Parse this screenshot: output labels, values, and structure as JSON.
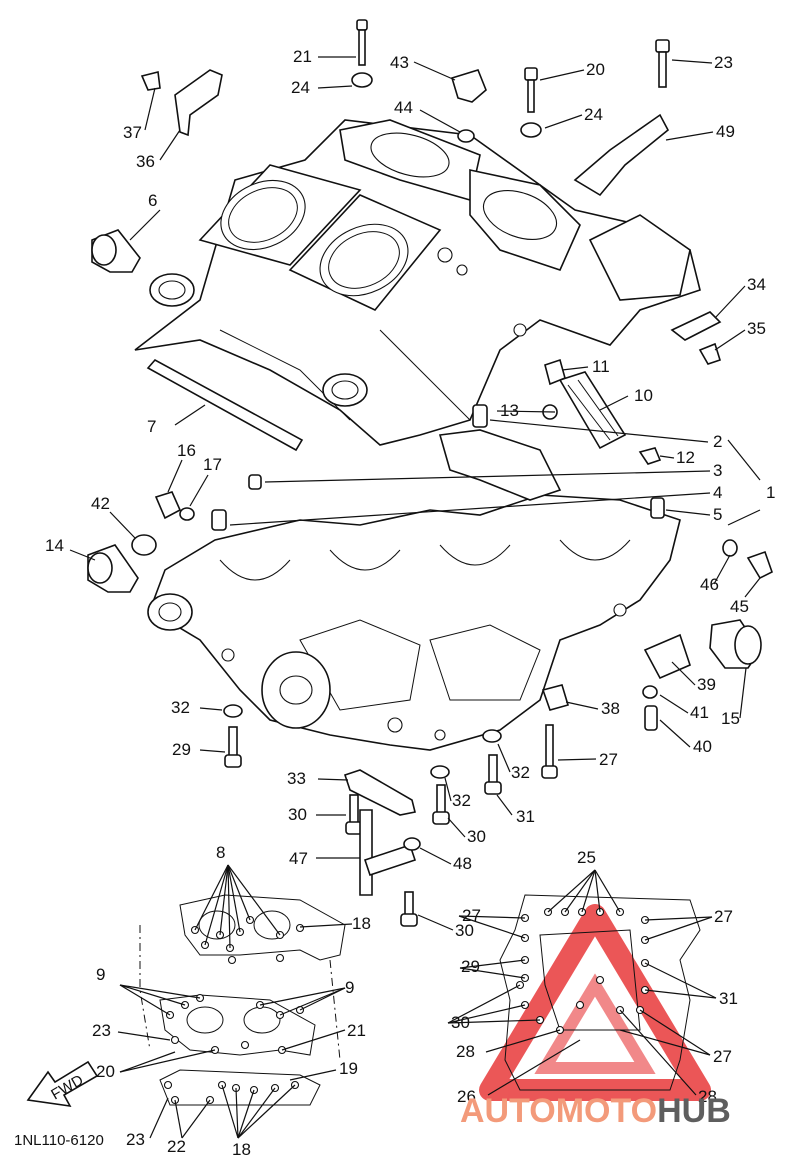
{
  "diagram_code": "1NL110-6120",
  "fwd_arrow_text": "FWD",
  "watermark": {
    "part1": "AUTO",
    "part2": "MOTO",
    "part3": "HUB",
    "red": "#e8393a",
    "orange": "#f39a7a",
    "gray": "#5e5e5e"
  },
  "labels": {
    "l1": "1",
    "l2": "2",
    "l3": "3",
    "l4": "4",
    "l5": "5",
    "l6": "6",
    "l7": "7",
    "l8": "8",
    "l9a": "9",
    "l9b": "9",
    "l10": "10",
    "l11": "11",
    "l12": "12",
    "l13": "13",
    "l14": "14",
    "l15": "15",
    "l16": "16",
    "l17": "17",
    "l18a": "18",
    "l18b": "18",
    "l19": "19",
    "l20a": "20",
    "l20b": "20",
    "l21a": "21",
    "l21b": "21",
    "l22": "22",
    "l23a": "23",
    "l23b": "23",
    "l23c": "23",
    "l24a": "24",
    "l24b": "24",
    "l25": "25",
    "l26": "26",
    "l27a": "27",
    "l27b": "27",
    "l27c": "27",
    "l27d": "27",
    "l28a": "28",
    "l28b": "28",
    "l29a": "29",
    "l29b": "29",
    "l30a": "30",
    "l30b": "30",
    "l30c": "30",
    "l30d": "30",
    "l31a": "31",
    "l31b": "31",
    "l32a": "32",
    "l32b": "32",
    "l32c": "32",
    "l33": "33",
    "l34": "34",
    "l35": "35",
    "l36": "36",
    "l37": "37",
    "l38": "38",
    "l39": "39",
    "l40": "40",
    "l41": "41",
    "l42": "42",
    "l43": "43",
    "l44": "44",
    "l45": "45",
    "l46": "46",
    "l47": "47",
    "l48": "48",
    "l49": "49"
  }
}
